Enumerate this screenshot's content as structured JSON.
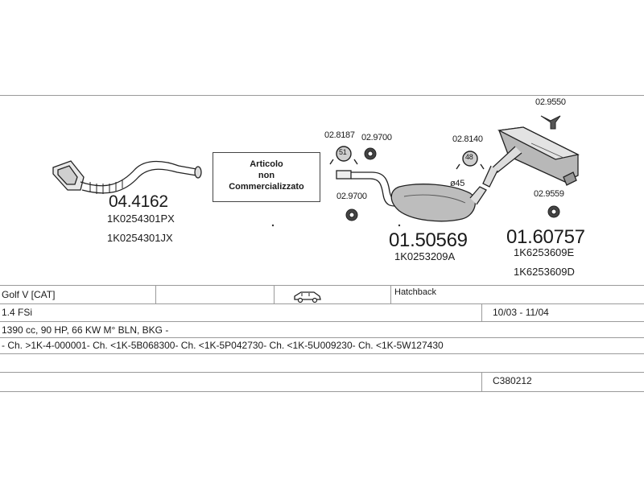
{
  "parts": {
    "front_pipe": {
      "code": "04.4162",
      "oem": [
        "1K0254301PX",
        "1K0254301JX"
      ]
    },
    "middle_silencer": {
      "code": "01.50569",
      "oem": [
        "1K0253209A"
      ]
    },
    "rear_silencer": {
      "code": "01.60757",
      "oem": [
        "1K6253609E",
        "1K6253609D"
      ]
    }
  },
  "notice": {
    "lines": [
      "Articolo",
      "non",
      "Commercializzato"
    ]
  },
  "accessories": {
    "clamp_1": "02.8187",
    "clamp_1_badge": "51",
    "mount_1": "02.9700",
    "mount_2": "02.9700",
    "clamp_2": "02.8140",
    "clamp_2_badge": "48",
    "hanger_1": "02.9550",
    "ring_1": "02.9559"
  },
  "diameter_label": "ø45",
  "table": {
    "model": "Golf V  [CAT]",
    "body": "Hatchback",
    "engine": "1.4 FSi",
    "years": "10/03 - 11/04",
    "spec": "1390 cc, 90 HP, 66 KW M° BLN, BKG -",
    "chassis": "- Ch. >1K-4-000001- Ch. <1K-5B068300- Ch. <1K-5P042730- Ch. <1K-5U009230- Ch. <1K-5W127430",
    "catalog": "C380212"
  }
}
